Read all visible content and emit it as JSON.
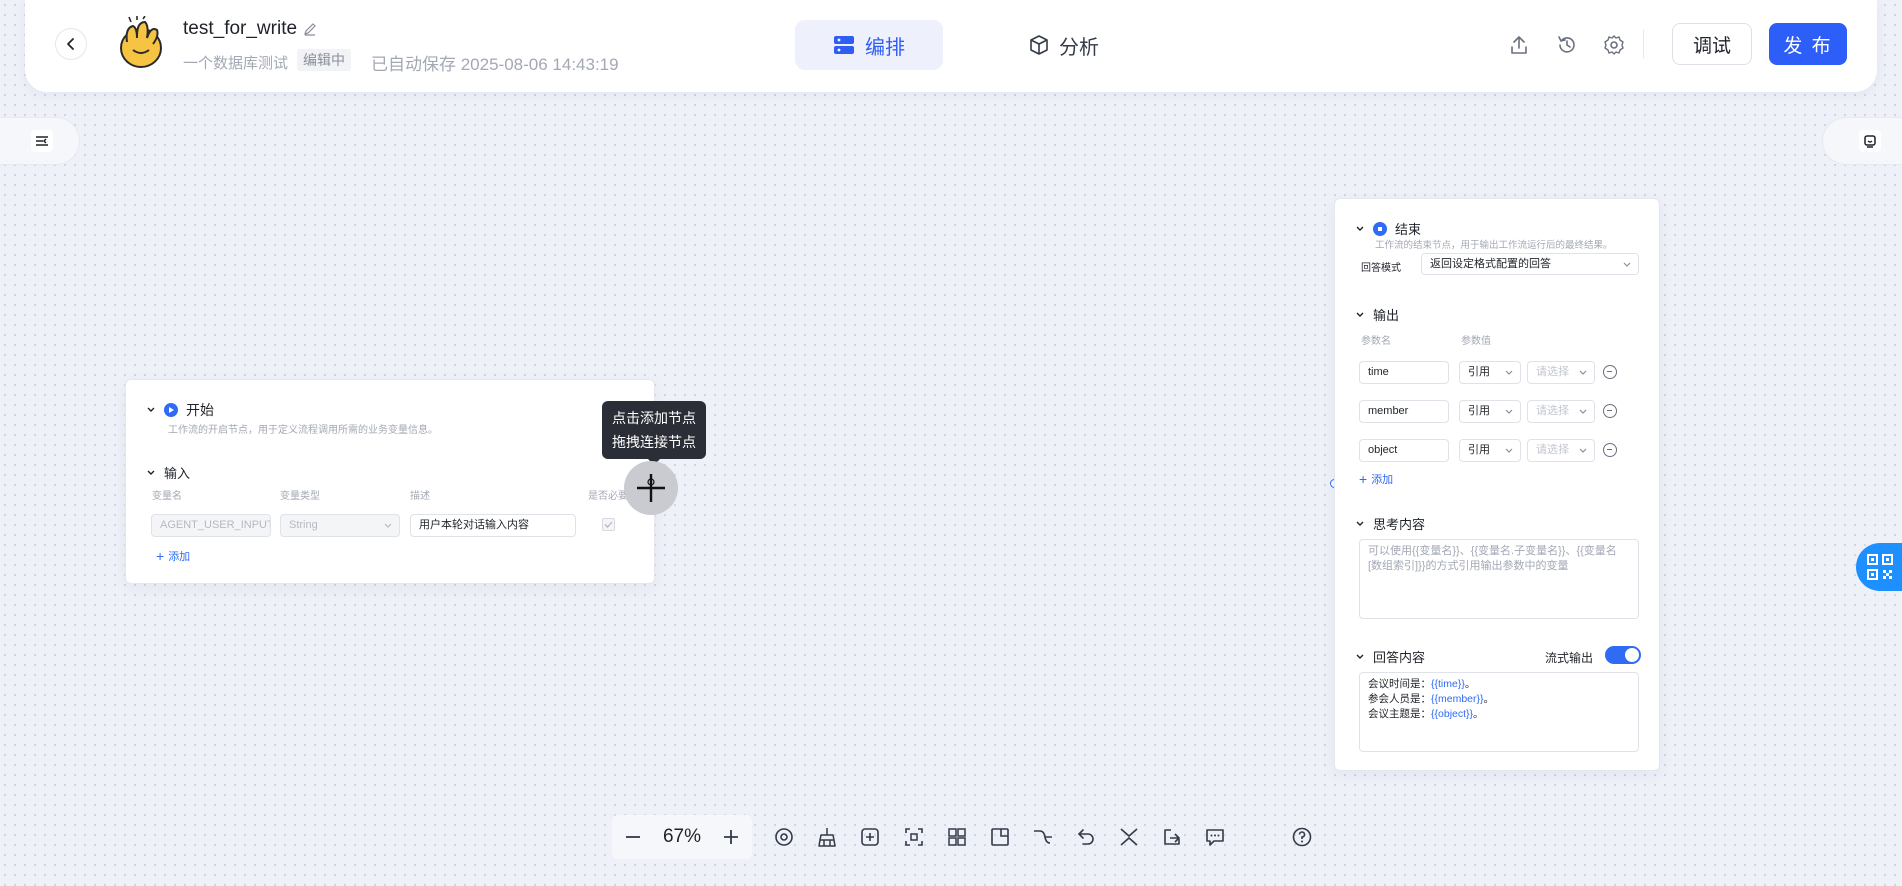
{
  "header": {
    "title": "test_for_write",
    "description": "一个数据库测试",
    "status_badge": "编辑中",
    "autosave": "已自动保存 2025-08-06 14:43:19",
    "tabs": [
      {
        "label": "编排",
        "active": true
      },
      {
        "label": "分析",
        "active": false
      }
    ],
    "debug_label": "调试",
    "publish_label": "发 布",
    "accent_color": "#2d5ef7"
  },
  "start_node": {
    "title": "开始",
    "description": "工作流的开启节点，用于定义流程调用所需的业务变量信息。",
    "input_section": "输入",
    "columns": [
      "变量名",
      "变量类型",
      "描述",
      "是否必要"
    ],
    "row": {
      "name": "AGENT_USER_INPUT",
      "type": "String",
      "description": "用户本轮对话输入内容",
      "required": true
    },
    "add_label": "添加"
  },
  "tooltip": {
    "line1": "点击添加节点",
    "line2": "拖拽连接节点"
  },
  "end_node": {
    "title": "结束",
    "description": "工作流的结束节点，用于输出工作流运行后的最终结果。",
    "answer_mode_label": "回答模式",
    "answer_mode_value": "返回设定格式配置的回答",
    "output_section": "输出",
    "columns": [
      "参数名",
      "参数值"
    ],
    "outputs": [
      {
        "name": "time",
        "ref": "引用",
        "placeholder": "请选择"
      },
      {
        "name": "member",
        "ref": "引用",
        "placeholder": "请选择"
      },
      {
        "name": "object",
        "ref": "引用",
        "placeholder": "请选择"
      }
    ],
    "add_label": "添加",
    "thinking_section": "思考内容",
    "thinking_placeholder_1": "可以使用{{变量名}}、{{变量名.子变量名}}、{{变量名",
    "thinking_placeholder_2": "[数组索引]}}的方式引用输出参数中的变量",
    "answer_section": "回答内容",
    "stream_label": "流式输出",
    "stream_enabled": true,
    "answer_lines": [
      {
        "prefix": "会议时间是：",
        "var": "{{time}}",
        "suffix": "。"
      },
      {
        "prefix": "参会人员是：",
        "var": "{{member}}",
        "suffix": "。"
      },
      {
        "prefix": "会议主题是：",
        "var": "{{object}}",
        "suffix": "。"
      }
    ]
  },
  "toolbar": {
    "zoom": "67%"
  }
}
